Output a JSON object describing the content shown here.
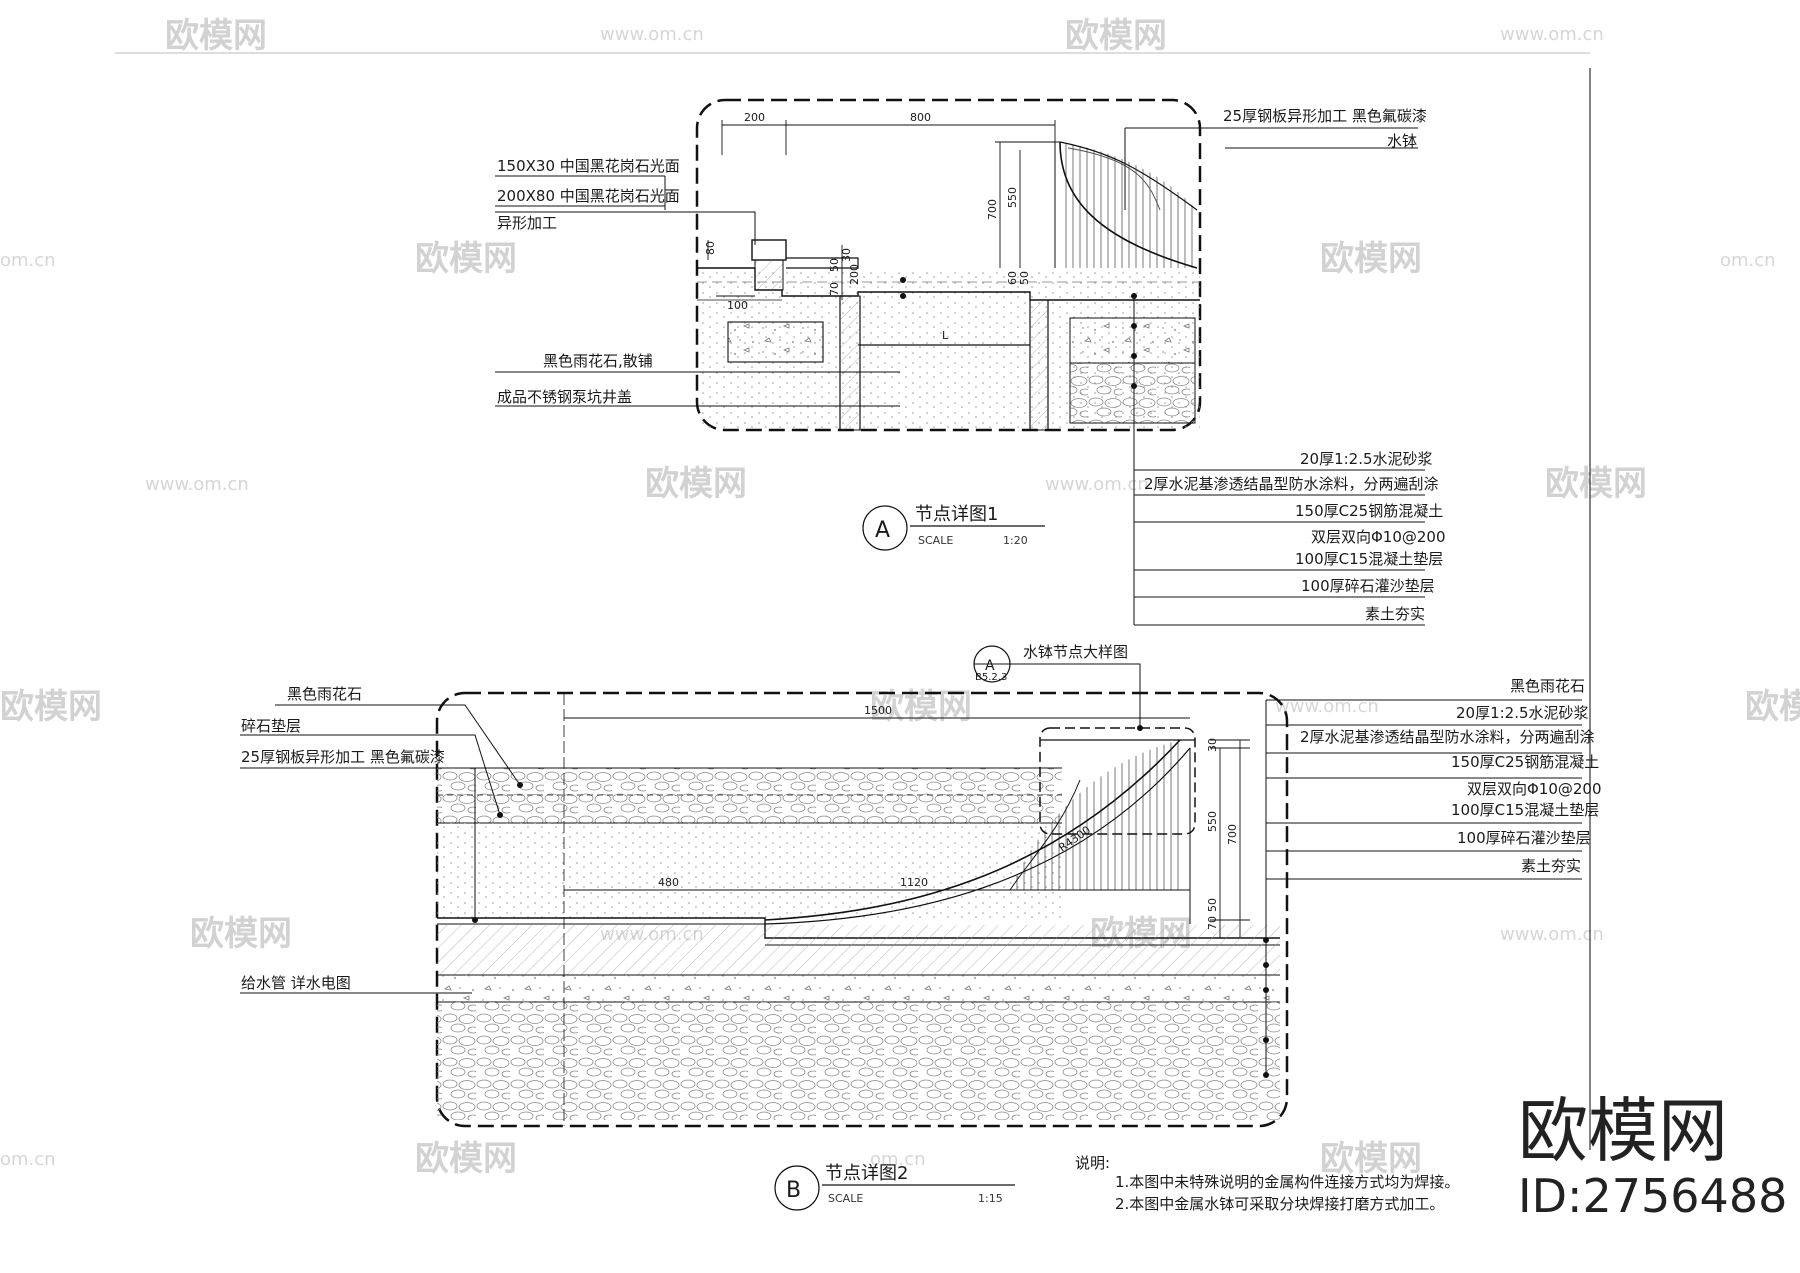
{
  "watermark": {
    "brand": "欧模网",
    "url": "www.om.cn",
    "url_short": "om.cn"
  },
  "detail_a": {
    "marker": "A",
    "title": "节点详图1",
    "scale_label": "SCALE",
    "scale": "1:20",
    "labels_left": [
      "150X30 中国黑花岗石光面",
      "200X80 中国黑花岗石光面",
      "异形加工",
      "黑色雨花石,散铺",
      "成品不锈钢泵坑井盖"
    ],
    "labels_right_top": [
      "25厚钢板异形加工 黑色氟碳漆",
      "水钵"
    ],
    "layers": [
      "20厚1:2.5水泥砂浆",
      "2厚水泥基渗透结晶型防水涂料，分两遍刮涂",
      "150厚C25钢筋混凝土",
      "双层双向Φ10@200",
      "100厚C15混凝土垫层",
      "100厚碎石灌沙垫层",
      "素土夯实"
    ],
    "dims": [
      "200",
      "800",
      "700",
      "550",
      "80",
      "100",
      "200",
      "70",
      "50",
      "30",
      "60",
      "50",
      "L"
    ]
  },
  "detail_b": {
    "marker": "B",
    "title": "节点详图2",
    "scale_label": "SCALE",
    "scale": "1:15",
    "callout_marker": "A",
    "callout_ref": "B5.2.3",
    "callout_label": "水钵节点大样图",
    "labels_left": [
      "黑色雨花石",
      "碎石垫层",
      "25厚钢板异形加工 黑色氟碳漆",
      "给水管 详水电图"
    ],
    "layers": [
      "黑色雨花石",
      "20厚1:2.5水泥砂浆",
      "2厚水泥基渗透结晶型防水涂料，分两遍刮涂",
      "150厚C25钢筋混凝土",
      "双层双向Φ10@200",
      "100厚C15混凝土垫层",
      "100厚碎石灌沙垫层",
      "素土夯实"
    ],
    "dims": [
      "1500",
      "480",
      "1120",
      "550",
      "700",
      "30",
      "70",
      "50",
      "R4300"
    ]
  },
  "notes": {
    "heading": "说明:",
    "items": [
      "1.本图中未特殊说明的金属构件连接方式均为焊接。",
      "2.本图中金属水钵可采取分块焊接打磨方式加工。"
    ]
  },
  "brand_mark": {
    "name": "欧模网",
    "id": "ID:2756488"
  }
}
